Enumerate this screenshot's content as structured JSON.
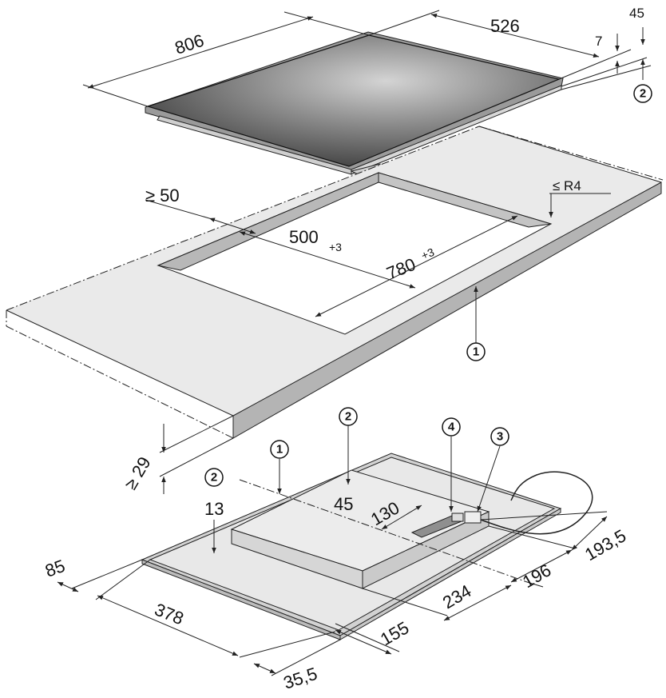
{
  "colors": {
    "glass_dark": "#3c3c3c",
    "glass_light": "#bdbdbd",
    "worktop": "#e9e9e9",
    "worktop_edge": "#b4b4b4",
    "hob_underside": "#e4e4e4",
    "line": "#222222"
  },
  "dimensions": {
    "hob_width": "806",
    "hob_depth": "526",
    "glass_thickness": "7",
    "total_height": "45",
    "min_edge_distance": "≥ 50",
    "corner_radius": "≤ R4",
    "cutout_depth": "500",
    "cutout_depth_tol": "+3",
    "cutout_width": "780",
    "cutout_width_tol": "+3",
    "worktop_thickness": "≥ 29",
    "underside_height_front": "13",
    "underside_height_box": "45",
    "cable_clearance": "130",
    "dim_193_5": "193,5",
    "dim_196": "196",
    "dim_234": "234",
    "dim_155": "155",
    "dim_85": "85",
    "dim_378": "378",
    "dim_35_5": "35,5"
  },
  "callouts": {
    "c1": "1",
    "c2": "2",
    "c3": "3",
    "c4": "4"
  }
}
